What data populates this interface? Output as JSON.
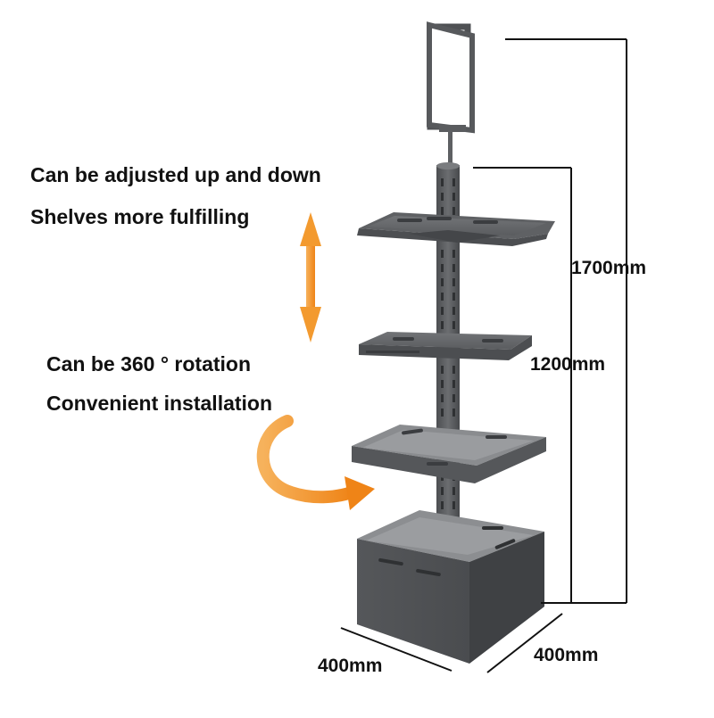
{
  "features": {
    "adjust_line1": "Can be adjusted up and down",
    "adjust_line2": "Shelves more fulfilling",
    "rotate_line1": "Can be 360 ° rotation",
    "rotate_line2": "Convenient installation"
  },
  "dimensions": {
    "total_height": "1700mm",
    "pole_height": "1200mm",
    "width_left": "400mm",
    "width_right": "400mm"
  },
  "colors": {
    "accent": "#F08A1C",
    "product": "#5E6063",
    "text": "#111111",
    "dimension_lines": "#111111"
  },
  "icons": {
    "vertical_arrow": "double-headed-arrow",
    "rotation_arrow": "curved-arrow"
  }
}
